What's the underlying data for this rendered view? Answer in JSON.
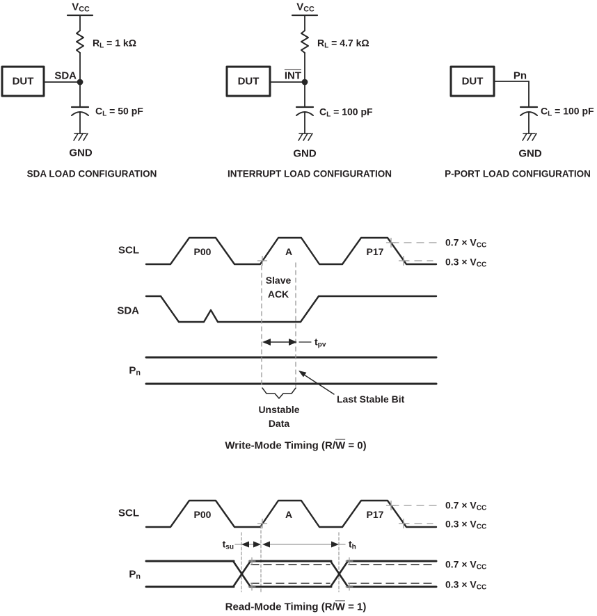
{
  "colors": {
    "ink": "#262626",
    "text": "#231f20",
    "gray": "#999999",
    "background": "#ffffff"
  },
  "levels": {
    "v07_pre": "0.7 × V",
    "v03_pre": "0.3 × V",
    "vcc_sub": "CC"
  },
  "circuits": {
    "sda": {
      "vcc_main": "V",
      "vcc_sub": "CC",
      "dut": "DUT",
      "pin": "SDA",
      "r_main": "R",
      "r_sub": "L",
      "r_val": " = 1 kΩ",
      "c_main": "C",
      "c_sub": "L",
      "c_val": " = 50 pF",
      "gnd": "GND",
      "caption": "SDA LOAD CONFIGURATION"
    },
    "int": {
      "vcc_main": "V",
      "vcc_sub": "CC",
      "dut": "DUT",
      "pin": "INT",
      "r_main": "R",
      "r_sub": "L",
      "r_val": " = 4.7 kΩ",
      "c_main": "C",
      "c_sub": "L",
      "c_val": " = 100 pF",
      "gnd": "GND",
      "caption": "INTERRUPT LOAD CONFIGURATION"
    },
    "pport": {
      "dut": "DUT",
      "pin": "Pn",
      "c_main": "C",
      "c_sub": "L",
      "c_val": " = 100 pF",
      "gnd": "GND",
      "caption": "P-PORT LOAD CONFIGURATION"
    }
  },
  "write": {
    "scl": "SCL",
    "sda": "SDA",
    "pn_main": "P",
    "pn_sub": "n",
    "p00": "P00",
    "ack": "A",
    "p17": "P17",
    "slave1": "Slave",
    "slave2": "ACK",
    "t_main": "t",
    "t_sub": "pv",
    "unstable1": "Unstable",
    "unstable2": "Data",
    "last_stable": "Last Stable Bit",
    "cap_pre": "Write-Mode Timing (R/",
    "cap_ov": "W",
    "cap_post": " = 0)"
  },
  "read": {
    "scl": "SCL",
    "pn_main": "P",
    "pn_sub": "n",
    "p00": "P00",
    "ack": "A",
    "p17": "P17",
    "tsu_main": "t",
    "tsu_sub": "su",
    "th_main": "t",
    "th_sub": "h",
    "cap_pre": "Read-Mode Timing (R/",
    "cap_ov": "W",
    "cap_post": " = 1)"
  }
}
